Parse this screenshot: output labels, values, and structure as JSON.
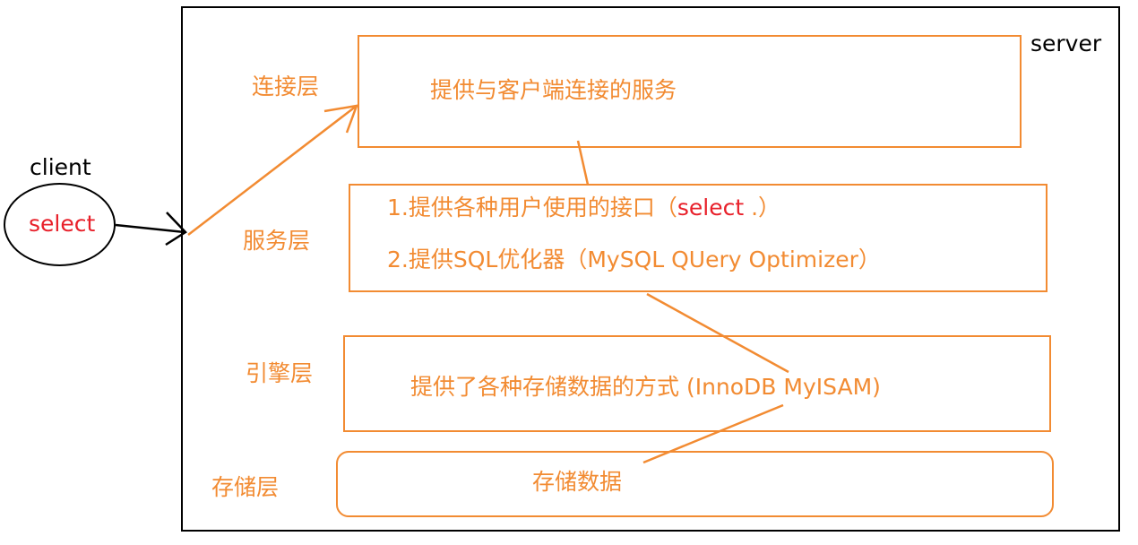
{
  "server": {
    "label": "server"
  },
  "client": {
    "label": "client",
    "query": "select"
  },
  "layers": {
    "connection": {
      "label": "连接层",
      "description": "提供与客户端连接的服务"
    },
    "service": {
      "label": "服务层",
      "line1_prefix": "1.提供各种用户使用的接口（",
      "line1_highlight": "select",
      "line1_suffix": " .）",
      "line2": "2.提供SQL优化器（MySQL QUery Optimizer）"
    },
    "engine": {
      "label": "引擎层",
      "description": "提供了各种存储数据的方式 (InnoDB  MyISAM)"
    },
    "storage": {
      "label": "存储层",
      "description": "存储数据"
    }
  },
  "colors": {
    "accent": "#f28b32",
    "highlight": "#e8202a",
    "frame": "#000000"
  }
}
